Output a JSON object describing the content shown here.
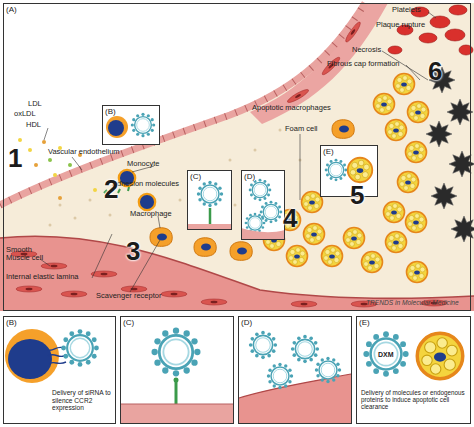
{
  "diagram": {
    "nodes": [
      {
        "text": [
          "(A)"
        ]
      },
      {
        "text": [
          "(B)"
        ],
        "in": 0
      },
      {
        "text": [
          "(C)"
        ],
        "in": 0
      },
      {
        "text": [
          "(D)"
        ],
        "in": 0
      },
      {
        "text": [
          "(E)"
        ],
        "in": 0
      },
      {
        "text": [
          "(B)",
          "Delivery of siRNA to silence CCR2 expression"
        ]
      },
      {
        "text": [
          "(C)"
        ]
      },
      {
        "text": [
          "(D)"
        ]
      },
      {
        "text": [
          "(E)",
          "DXM",
          "Delivery of molecules or endogenous proteins to induce apoptotic cell clearance"
        ]
      }
    ],
    "labels": [
      "Platelets",
      "Plaque rupture",
      "Necrosis",
      "Fibrous cap formation",
      "Apoptotic macrophages",
      "Foam cell",
      "LDL",
      "oxLDL",
      "HDL",
      "Vascular endothelium",
      "Monocyte",
      "Adhesion molecules",
      "Macrophage",
      "Smooth Muscle cell",
      "Internal elastic lamina",
      "Scavenger receptor",
      "1",
      "2",
      "3",
      "4",
      "5",
      "6",
      "TRENDS in Molecular Medicine"
    ]
  }
}
